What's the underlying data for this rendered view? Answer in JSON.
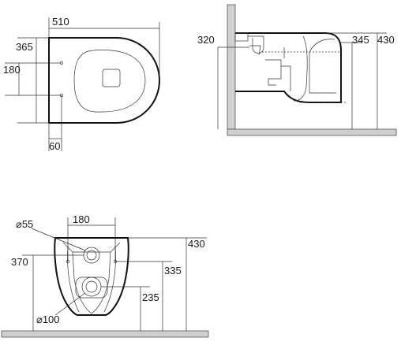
{
  "top_view": {
    "width_label": "510",
    "depth_label": "365",
    "bolt_spacing_label": "180",
    "bolt_offset_label": "60"
  },
  "side_view": {
    "inlet_height_label": "320",
    "bowl_height_label": "345",
    "total_height_label": "430"
  },
  "front_view": {
    "outlet_diameter_label": "⌀55",
    "spacing_label": "180",
    "total_height_label": "430",
    "left_height_label": "370",
    "upper_height_label": "335",
    "lower_height_label": "235",
    "waste_diameter_label": "⌀100"
  }
}
